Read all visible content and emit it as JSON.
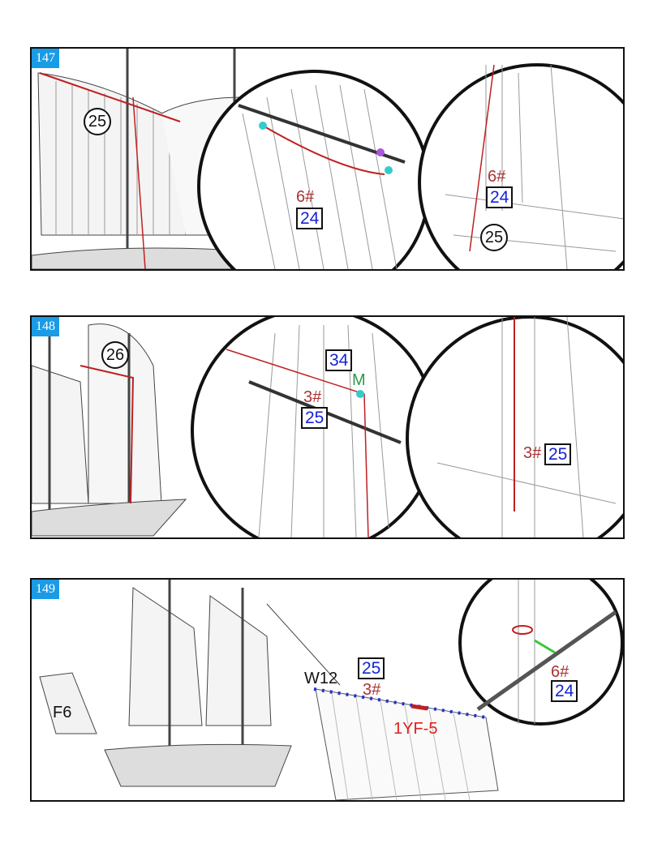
{
  "steps": [
    {
      "number": "147",
      "labels": {
        "part_circle_main": "25",
        "thread_a": "6#",
        "part_box_a": "24",
        "thread_b": "6#",
        "part_box_b": "24",
        "part_circle_b": "25"
      }
    },
    {
      "number": "148",
      "labels": {
        "part_circle_main": "26",
        "part_box_top": "34",
        "marker": "M",
        "thread_a": "3#",
        "part_box_a": "25",
        "thread_b": "3#",
        "part_box_b": "25"
      }
    },
    {
      "number": "149",
      "labels": {
        "sail": "F6",
        "yard": "W12",
        "part_box": "25",
        "thread": "3#",
        "fitting": "1YF-5",
        "thread_b": "6#",
        "part_box_b": "24"
      }
    }
  ],
  "colors": {
    "step_badge": "#1a9be6",
    "thread": "#a33333",
    "part_number": "#1522d8",
    "rigging": "#c02020",
    "marker": "#2a9a4a"
  }
}
